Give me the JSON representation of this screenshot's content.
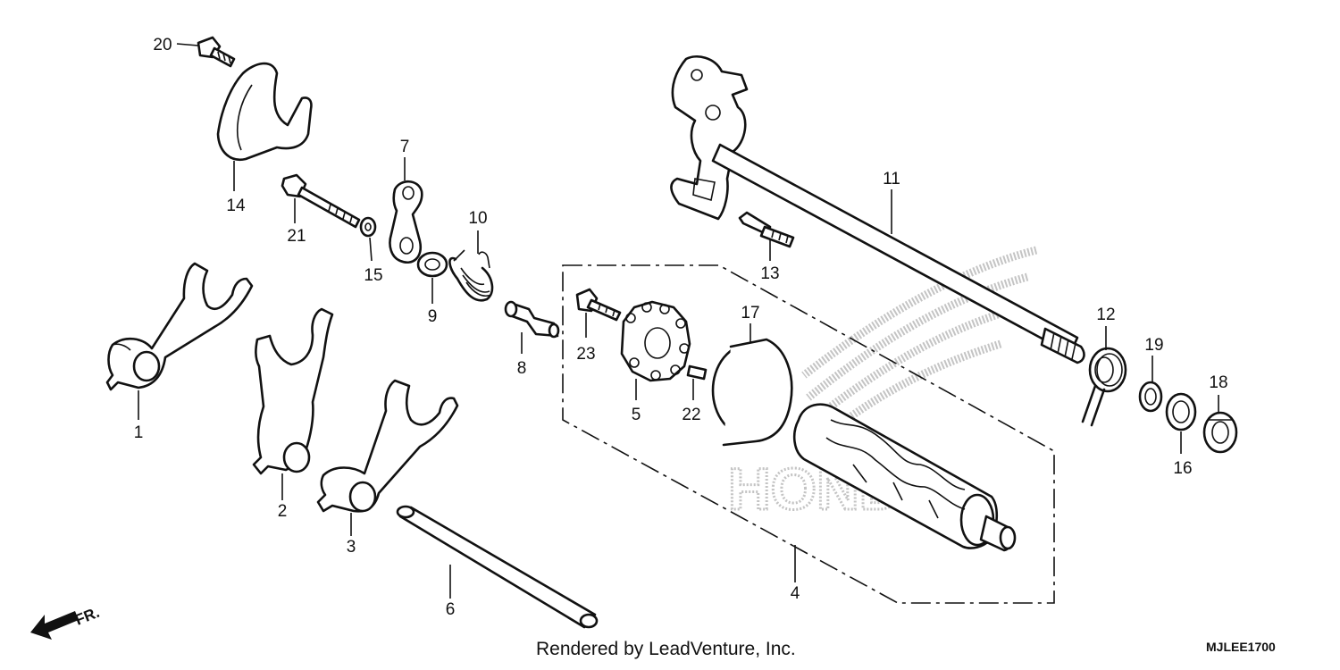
{
  "labels": {
    "p1": "1",
    "p2": "2",
    "p3": "3",
    "p4": "4",
    "p5": "5",
    "p6": "6",
    "p7": "7",
    "p8": "8",
    "p9": "9",
    "p10": "10",
    "p11": "11",
    "p12": "12",
    "p13": "13",
    "p14": "14",
    "p15": "15",
    "p16": "16",
    "p17": "17",
    "p18": "18",
    "p19": "19",
    "p20": "20",
    "p21": "21",
    "p22": "22",
    "p23": "23"
  },
  "front_label": "FR.",
  "watermark_text": "HONDA",
  "footer": "Rendered by LeadVenture, Inc.",
  "diagram_code": "MJLEE1700",
  "colors": {
    "line": "#111111",
    "watermark": "#c4c4c4",
    "background": "#ffffff"
  }
}
